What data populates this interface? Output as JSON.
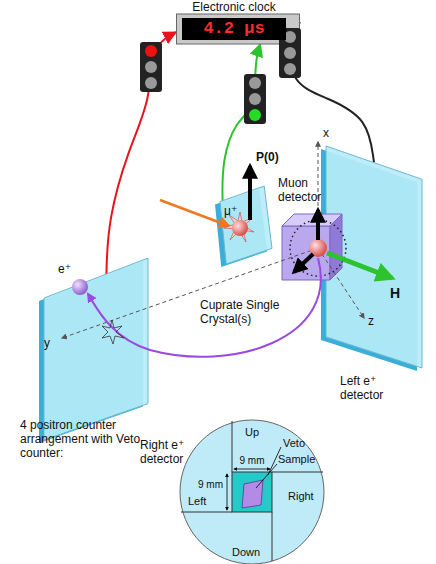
{
  "diagram": {
    "nodes": [
      {
        "text": [
          "Electronic clock",
          "4.2 μs"
        ]
      },
      {
        "text": [
          "Muon detector"
        ]
      },
      {
        "text": [
          "Right e⁺ detector"
        ]
      },
      {
        "text": [
          "Left e⁺ detector"
        ]
      },
      {
        "text": [
          "Cuprate Single Crystal(s)"
        ]
      }
    ],
    "edges": [
      {
        "from": 1,
        "to": 0,
        "arrow": "to"
      },
      {
        "from": 2,
        "to": 0,
        "arrow": "to"
      },
      {
        "from": 3,
        "to": 0,
        "arrow": "none"
      }
    ],
    "labels": [
      "P(0)",
      "μ⁺",
      "x",
      "y",
      "z",
      "H",
      "e⁺",
      "4 positron counter arrangement with Veto counter:",
      "Up",
      "Down",
      "Left",
      "Right",
      "Veto",
      "Sample",
      "9 mm",
      "9 mm"
    ]
  }
}
